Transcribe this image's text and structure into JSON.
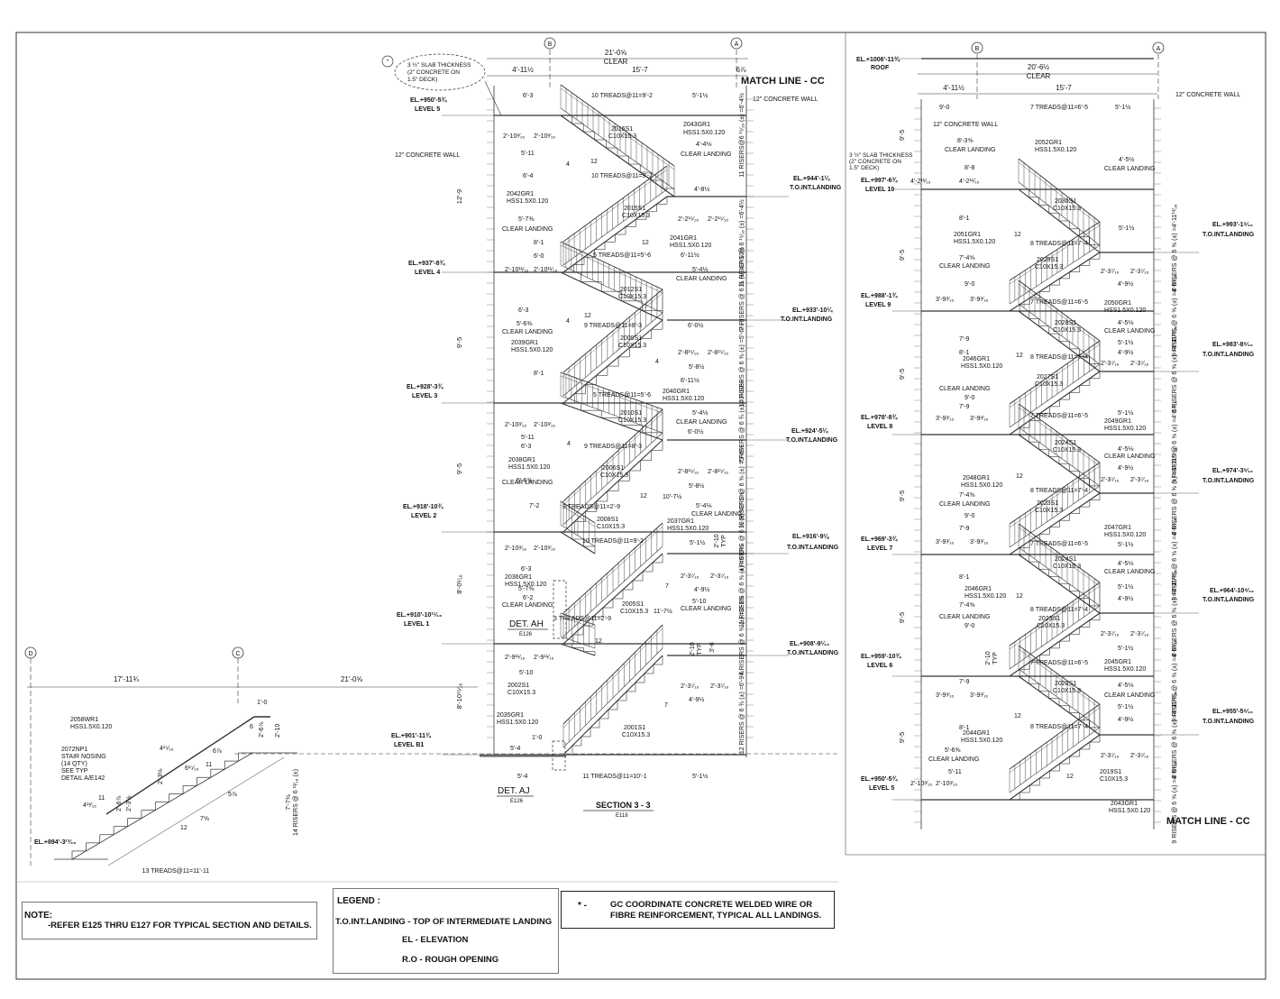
{
  "grid": {
    "b": "B",
    "a": "A",
    "d": "D",
    "c": "C"
  },
  "match_line": "MATCH LINE - CC",
  "section_title": "SECTION 3 - 3",
  "section_ref": "E118",
  "det_ah": "DET. AH",
  "det_ah_ref": "E126",
  "det_aj": "DET. AJ",
  "det_aj_ref": "E126",
  "mid": {
    "overall_width": "21'-0⅝",
    "clear": "CLEAR",
    "dim_left": "4'-11½",
    "dim_mid": "15'-7",
    "dim_right": "6⅞",
    "slab_note": [
      "3 ½\" SLAB THICKNESS",
      "(2\" CONCRETE ON",
      "1.5\" DECK)"
    ],
    "wall_right": "12\" CONCRETE WALL",
    "wall_left": "12\" CONCRETE WALL",
    "levels": [
      {
        "el": "EL.+950'-5¾",
        "name": "LEVEL 5"
      },
      {
        "el": "EL.+937'-8¾",
        "name": "LEVEL 4"
      },
      {
        "el": "EL.+928'-3¾",
        "name": "LEVEL 3"
      },
      {
        "el": "EL.+918'-10¾",
        "name": "LEVEL 2"
      },
      {
        "el": "EL.+910'-10¹¹⁄₁₆",
        "name": "LEVEL 1"
      },
      {
        "el": "EL.+901'-11¾",
        "name": "LEVEL B1"
      }
    ],
    "landings": [
      {
        "el": "EL.+944'-1¼",
        "name": "T.O.INT.LANDING"
      },
      {
        "el": "EL.+933'-10¼",
        "name": "T.O.INT.LANDING"
      },
      {
        "el": "EL.+924'-5¼",
        "name": "T.O.INT.LANDING"
      },
      {
        "el": "EL.+916'-9⅛",
        "name": "T.O.INT.LANDING"
      },
      {
        "el": "EL.+908'-9¹⁄₁₆",
        "name": "T.O.INT.LANDING"
      }
    ],
    "story_heights": [
      "12'-9",
      "9'-5",
      "9'-5",
      "8'-0¹⁄₁₆",
      "8'-10¹⁵⁄₁₆"
    ],
    "risers": [
      "11 RISERS@6 ¹⁵⁄₁₆ (±) =6'-4½",
      "11 RISERS @ 6 ¹⁵⁄₁₆ (±) =6'-4½",
      "7 RISERS @ 6 ¾ (±) =3'-10½",
      "10 RISERS @ 6 ⅝ (±) =5'-6½",
      "7 RISERS @ 6 ¾ (±) =3'-10½",
      "10 RISERS @ 6 ⅝ (±) =5'-6½",
      "4 RISERS @ 6 ¾ (±) =2'-1⅝",
      "11 RISERS @ 6 ⅝ (±) =6'-0⅜",
      "4 RISERS @ 6 ⅝ (±) =2'-1⅝",
      "12 RISERS @ 6 ¾ (±) =6'-9¾"
    ],
    "treads": [
      "10 TREADS@11=9'-2",
      "10 TREADS@11=9'-2",
      "5 TREADS@11=5'-6",
      "9 TREADS@11=8'-3",
      "5 TREADS@11=5'-6",
      "9 TREADS@11=8'-3",
      "3 TREADS@11=2'-9",
      "10 TREADS@11=9'-2",
      "3 TREADS@11=2'-9",
      "11 TREADS@11=10'-1"
    ],
    "members": [
      {
        "id": "2043GR1",
        "sz": "HSS1.5X0.120"
      },
      {
        "id": "2016S1",
        "sz": "C10X15.3"
      },
      {
        "id": "2042GR1",
        "sz": "HSS1.5X0.120"
      },
      {
        "id": "2015S1",
        "sz": "C10X15.3"
      },
      {
        "id": "2041GR1",
        "sz": "HSS1.5X0.120"
      },
      {
        "id": "2012S1",
        "sz": "C10X15.3"
      },
      {
        "id": "2039GR1",
        "sz": "HSS1.5X0.120"
      },
      {
        "id": "2009S1",
        "sz": "C10X15.3"
      },
      {
        "id": "2040GR1",
        "sz": "HSS1.5X0.120"
      },
      {
        "id": "2010S1",
        "sz": "C10X15.3"
      },
      {
        "id": "2038GR1",
        "sz": "HSS1.5X0.120"
      },
      {
        "id": "2006S1",
        "sz": "C10X15.3"
      },
      {
        "id": "2008S1",
        "sz": "C10X15.3"
      },
      {
        "id": "2037GR1",
        "sz": "HSS1.5X0.120"
      },
      {
        "id": "2036GR1",
        "sz": "HSS1.5X0.120"
      },
      {
        "id": "2005S1",
        "sz": "C10X15.3"
      },
      {
        "id": "2002S1",
        "sz": "C10X15.3"
      },
      {
        "id": "2035GR1",
        "sz": "HSS1.5X0.120"
      },
      {
        "id": "2001S1",
        "sz": "C10X15.3"
      }
    ],
    "clear_landing": "CLEAR LANDING",
    "dims": [
      "6'-3",
      "5'-1½",
      "2'-10³⁄₁₆",
      "5'-11",
      "4'-4⅛",
      "6'-4",
      "4'-8½",
      "5'-7⅜",
      "8'-1",
      "6'-0",
      "2'-2¹⁵⁄₁₆",
      "6'-11½",
      "5'-4⅛",
      "2'-10¹¹⁄₁₆",
      "5'-6⅜",
      "6'-0½",
      "2'-8¹⁵⁄₁₆",
      "5'-8½",
      "7'-2",
      "10'-7½",
      "5'-1½",
      "2'-10",
      "TYP",
      "2'-3⁷⁄₁₆",
      "4'-9½",
      "6'-2",
      "11'-7½",
      "4'-5⅛",
      "2'-9¹¹⁄₁₆",
      "5'-10",
      "3'-6",
      "4'-4",
      "5'-4",
      "1'-0",
      "12",
      "7⅞",
      "7¼",
      "4",
      "7"
    ]
  },
  "right": {
    "overall_width": "20'-6½",
    "clear": "CLEAR",
    "dim_left": "4'-11½",
    "dim_mid": "15'-7",
    "roof_el": "EL.+1006'-11¾",
    "roof": "ROOF",
    "wall_right": "12\" CONCRETE WALL",
    "wall_left": "12\" CONCRETE WALL",
    "slab_note": [
      "3 ½\" SLAB THICKNESS",
      "(2\" CONCRETE ON",
      "1.5\" DECK)"
    ],
    "levels": [
      {
        "el": "EL.+997'-6¾",
        "name": "LEVEL 10"
      },
      {
        "el": "EL.+988'-1¾",
        "name": "LEVEL 9"
      },
      {
        "el": "EL.+978'-8¾",
        "name": "LEVEL 8"
      },
      {
        "el": "EL.+969'-3¾",
        "name": "LEVEL 7"
      },
      {
        "el": "EL.+959'-10¾",
        "name": "LEVEL 6"
      },
      {
        "el": "EL.+950'-5¾",
        "name": "LEVEL 5"
      }
    ],
    "landings": [
      {
        "el": "EL.+993'-1⁹⁄₁₆",
        "name": "T.O.INT.LANDING"
      },
      {
        "el": "EL.+983'-8⁹⁄₁₆",
        "name": "T.O.INT.LANDING"
      },
      {
        "el": "EL.+974'-3⁹⁄₁₆",
        "name": "T.O.INT.LANDING"
      },
      {
        "el": "EL.+964'-10⁹⁄₁₆",
        "name": "T.O.INT.LANDING"
      },
      {
        "el": "EL.+955'-5⁹⁄₁₆",
        "name": "T.O.INT.LANDING"
      }
    ],
    "story_heights": [
      "9'-5",
      "9'-5",
      "9'-5",
      "9'-5",
      "9'-5",
      "9'-5"
    ],
    "risers": [
      "8 RISERS @ 6 ⅝ (±) =4'-11¹³⁄₁₆",
      "9 RISERS @ 6 ⅝ (±) =4'-5³⁄₁₆",
      "8 RISERS @ 6 ⅝ (±) =4'-11¹³⁄₁₆",
      "9 RISERS @ 6 ⅝ (±) =4'-5³⁄₁₆",
      "8 RISERS @ 6 ⅝ (±) =4'-11¹³⁄₁₆",
      "9 RISERS @ 6 ⅝ (±) =4'-5³⁄₁₆",
      "8 RISERS @ 6 ⅝ (±) =4'-11¹³⁄₁₆",
      "9 RISERS @ 6 ⅝ (±) =4'-5³⁄₁₆",
      "8 RISERS @ 6 ⅝ (±) =4'-11¹³⁄₁₆",
      "9 RISERS @ 6 ⅝ (±) =4'-5³⁄₁₆"
    ],
    "treads": [
      "7 TREADS@11=6'-5",
      "8 TREADS@11=7'-4",
      "7 TREADS@11=6'-5",
      "8 TREADS@11=7'-4",
      "7 TREADS@11=6'-5",
      "8 TREADS@11=7'-4",
      "7 TREADS@11=6'-5",
      "8 TREADS@11=7'-4",
      "7 TREADS@11=6'-5",
      "8 TREADS@11=7'-4"
    ],
    "members": [
      {
        "id": "2052GR1",
        "sz": "HSS1.5X0.120"
      },
      {
        "id": "2030S1",
        "sz": "C10X15.3"
      },
      {
        "id": "2051GR1",
        "sz": "HSS1.5X0.120"
      },
      {
        "id": "2029S1",
        "sz": "C10X15.3"
      },
      {
        "id": "2050GR1",
        "sz": "HSS1.5X0.120"
      },
      {
        "id": "2028S1",
        "sz": "C10X15.3"
      },
      {
        "id": "2046GR1",
        "sz": "HSS1.5X0.120"
      },
      {
        "id": "2027S1",
        "sz": "C10X15.3"
      },
      {
        "id": "2049GR1",
        "sz": "HSS1.5X0.120"
      },
      {
        "id": "2024S1",
        "sz": "C10X15.3"
      },
      {
        "id": "2048GR1",
        "sz": "HSS1.5X0.120"
      },
      {
        "id": "2023S1",
        "sz": "C10X15.3"
      },
      {
        "id": "2047GR1",
        "sz": "HSS1.5X0.120"
      },
      {
        "id": "2024S1",
        "sz": "C10X15.3"
      },
      {
        "id": "2046GR1",
        "sz": "HSS1.5X0.120"
      },
      {
        "id": "2023S1",
        "sz": "C10X15.3"
      },
      {
        "id": "2045GR1",
        "sz": "HSS1.5X0.120"
      },
      {
        "id": "2020S1",
        "sz": "C10X15.3"
      },
      {
        "id": "2044GR1",
        "sz": "HSS1.5X0.120"
      },
      {
        "id": "2019S1",
        "sz": "C10X15.3"
      },
      {
        "id": "2043GR1",
        "sz": "HSS1.5X0.120"
      }
    ],
    "clear_landing": "CLEAR LANDING",
    "dims": [
      "9'-0",
      "8'-3⅝",
      "8'-8",
      "4'-2¹¹⁄₁₆",
      "4'-5½",
      "8'-1",
      "5'-1½",
      "2'-3⁷⁄₁₆",
      "4'-9½",
      "7'-4⅝",
      "3'-9³⁄₁₆",
      "4'-5⅛",
      "7'-9",
      "2'-10",
      "TYP",
      "5'-6⅜",
      "5'-11",
      "2'-10³⁄₁₆",
      "12",
      "7¼",
      "4"
    ]
  },
  "detail": {
    "overall": "21'-0⅝",
    "left_dim": "17'-11¾",
    "member1": {
      "id": "2058WR1",
      "sz": "HSS1.5X0.120"
    },
    "nosing": [
      "2072NP1",
      "STAIR NOSING",
      "(14 QTY)",
      "SEE TYP",
      "DETAIL A/E142"
    ],
    "el": "EL.+894'-3¹³⁄₁₆",
    "treads": "13 TREADS@11=11'-11",
    "risers": "14 RISERS @ 6 ¹³⁄₁₆ (±)",
    "total_rise": "7'-7⅜",
    "dims": [
      "1'-0",
      "6",
      "2'-6⅞",
      "2'-10",
      "4¹⁵⁄₁₆",
      "6⅞",
      "6¹⁵⁄₁₆",
      "11",
      "2'-3⅛",
      "2'-6⅞",
      "4¹³⁄₁₆",
      "2'-3⅛",
      "12",
      "7⅝",
      "5⅞",
      "11"
    ]
  },
  "note": {
    "label": "NOTE:",
    "text": "-REFER E125 THRU E127 FOR TYPICAL SECTION AND DETAILS."
  },
  "legend": {
    "title": "LEGEND :",
    "items": [
      "T.O.INT.LANDING - TOP OF INTERMEDIATE LANDING",
      "EL -  ELEVATION",
      "R.O - ROUGH OPENING"
    ]
  },
  "gc_note": {
    "star": "*  -",
    "line1": "GC COORDINATE CONCRETE WELDED WIRE OR",
    "line2": "FIBRE REINFORCEMENT, TYPICAL ALL LANDINGS."
  }
}
